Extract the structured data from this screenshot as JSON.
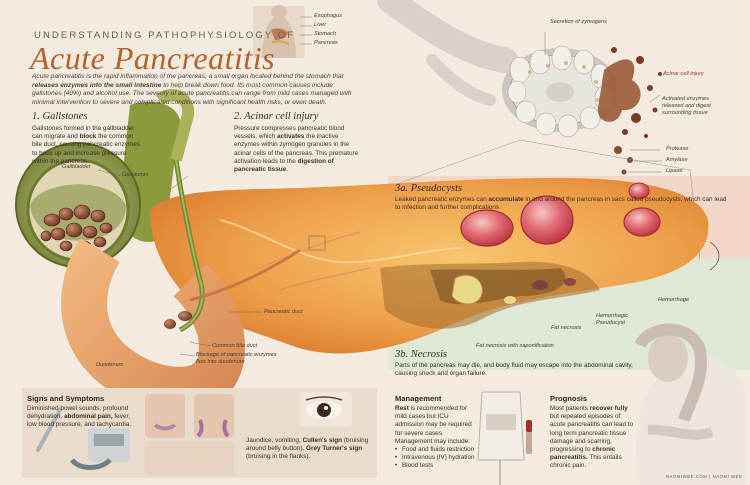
{
  "header": {
    "kicker": "UNDERSTANDING PATHOPHYSIOLOGY OF",
    "title": "Acute Pancreatitis",
    "intro_1": "Acute pancreatitis is the rapid inflammation of the pancreas, a small organ located behind the stomach that ",
    "intro_bold": "releases enzymes into the small intestine",
    "intro_2": " to help break down food. Its most common causes include gallstones (40%) and alcohol use. The severity of acute pancreatitis can range from mild cases managed with minimal intervention to severe and complicated conditions with significant health risks, or even death."
  },
  "torso_labels": [
    "Esophagus",
    "Liver",
    "Stomach",
    "Pancreas"
  ],
  "gallstones": {
    "heading": "1.  Gallstones",
    "p1": "Gallstones formed in the gallbladder can migrate and ",
    "b1": "block",
    "p2": " the common bile duct, causing pancreatic enzymes to back up and increase pressure within the pancreas."
  },
  "acinar": {
    "heading": "2. Acinar cell injury",
    "p1": "Pressure compresses pancreatic blood vessels, which ",
    "b1": "activates",
    "p2": " the inactive enzymes within zymogen granules in the acinar cells of the pancreas. This premature activation leads to the ",
    "b2": "digestion of pancreatic tissue",
    "p3": "."
  },
  "acinar_labels": {
    "secretion": "Secretion of zymogens",
    "injury": "Acinar cell injury",
    "activated": "Activated enzymes released and digest surrounding tissue",
    "enzymes": [
      "Protease",
      "Amylase",
      "Lipase"
    ]
  },
  "pseudocysts": {
    "heading": "3a. Pseudocysts",
    "p1": "Leaked pancreatic enzymes can ",
    "b1": "accumulate",
    "p2": " in and around the pancreas in sacs called pseudocysts, which can lead to infection and further complications."
  },
  "necrosis": {
    "heading": "3b. Necrosis",
    "text": "Parts of the pancreas may die, and body fluid may escape into the abdominal cavity, causing shock and organ failure."
  },
  "organ_labels": {
    "gallbladder": "Gallbladder",
    "gallstones": "Gallstones",
    "pancreatic_duct": "Pancreatic duct",
    "common_bile_duct": "Common bile duct",
    "blockage": "Blockage of pancreatic enzymes flow into duodenum",
    "duodenum": "Duodenum",
    "hemorrhage": "Hemorrhage",
    "hemorrhagic_pseudocyst": "Hemorrhagic Pseudocyst",
    "fat_necrosis": "Fat necrosis",
    "saponification": "Fat necrosis with saponification"
  },
  "signs": {
    "heading": "Signs and Symptoms",
    "p1": "Diminished bowel sounds, profound dehydration, ",
    "b1": "abdominal pain,",
    "p2": " fever, low blood pressure, and tachycardia.",
    "j1": "Jaundice, vomiting, ",
    "jb1": "Cullen's sign",
    "j2": " (bruising around belly button), ",
    "jb2": "Grey Turner's sign",
    "j3": " (bruising in the flanks)."
  },
  "management": {
    "heading": "Management",
    "b1": "Rest",
    "p1": " is recommended for mild cases but ICU admission may be required for severe cases. Management may include:",
    "items": [
      "Food and fluids restriction",
      "Intravenous (IV) hydration",
      "Blood tests"
    ]
  },
  "prognosis": {
    "heading": "Prognosis",
    "p1": "Most patients ",
    "b1": "recover fully",
    "p2": " but repeated episodes of acute pancreatitis can lead to long term pancreatic tissue damage and scarring, progressing to ",
    "b2": "chronic pancreatitis.",
    "p3": " This entails chronic pain."
  },
  "credit": "NAOMIWEE.COM  |  NAOMI WEE",
  "colors": {
    "title": "#b5622e",
    "background": "#f3ebdf",
    "pseudocyst_band": "#f1d2c4",
    "necrosis_band": "#dbe6d4",
    "acinar_injury_label": "#a3302a"
  }
}
